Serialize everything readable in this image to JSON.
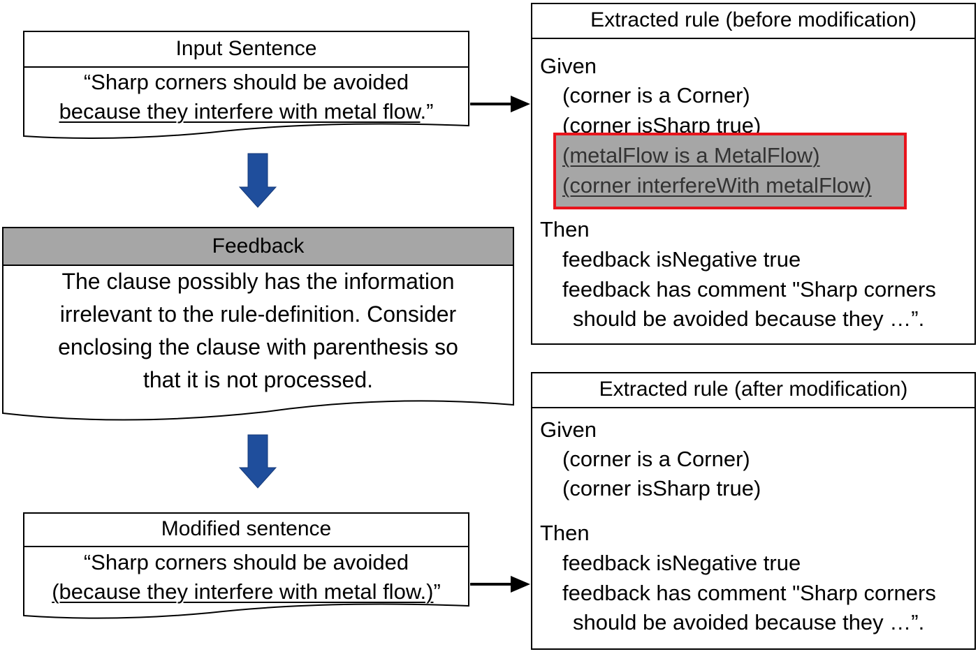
{
  "input_sentence": {
    "title": "Input Sentence",
    "line1": "“Sharp corners should be avoided",
    "line2_underlined": "because they interfere with metal flow",
    "line2_tail": ".”"
  },
  "feedback": {
    "title": "Feedback",
    "lines": [
      "The clause possibly has the information",
      "irrelevant to the rule-definition. Consider",
      "enclosing the clause with parenthesis so",
      "that it is not processed."
    ]
  },
  "modified_sentence": {
    "title": "Modified sentence",
    "line1": "“Sharp corners should be avoided",
    "line2_underlined": "(because they interfere with metal flow.)",
    "line2_tail": "”"
  },
  "rule_before": {
    "title": "Extracted rule (before modification)",
    "given_label": "Given",
    "given_items": [
      "(corner is a Corner)",
      "(corner isSharp true)"
    ],
    "highlighted_items": [
      "(metalFlow is a MetalFlow)",
      "(corner interfereWith metalFlow)"
    ],
    "then_label": "Then",
    "then_items": [
      "feedback isNegative true",
      "feedback has comment \"Sharp corners"
    ],
    "then_continuation": "should be avoided because they …”."
  },
  "rule_after": {
    "title": "Extracted rule (after modification)",
    "given_label": "Given",
    "given_items": [
      "(corner is a Corner)",
      "(corner isSharp true)"
    ],
    "then_label": "Then",
    "then_items": [
      "feedback isNegative true",
      "feedback has comment \"Sharp corners"
    ],
    "then_continuation": "should be avoided because they …”."
  },
  "colors": {
    "down_arrow": "#1f4e9c",
    "highlight_fill": "#a6a6a6",
    "highlight_border": "#e8141c",
    "feedback_header_fill": "#a6a6a6"
  }
}
